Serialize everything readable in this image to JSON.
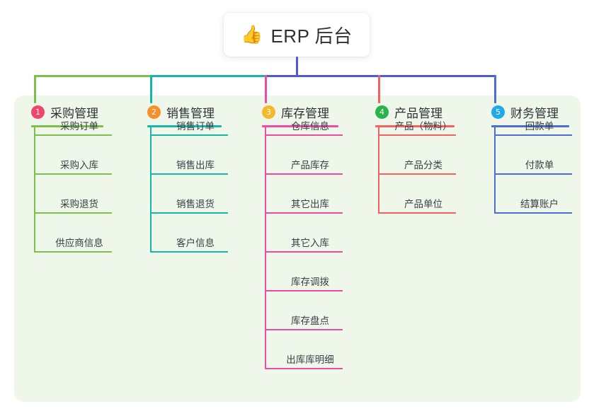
{
  "root": {
    "emoji": "👍",
    "emoji_name": "thumbs-up-icon",
    "title": "ERP 后台"
  },
  "colors": {
    "panel_bg": "#eef7ea",
    "page_bg": "#ffffff",
    "stem": "#4c5bd4",
    "text": "#2f3136"
  },
  "columns": [
    {
      "number": "1",
      "title": "采购管理",
      "badge_color": "#f2456a",
      "line_color": "#7cc04b",
      "items": [
        "采购订单",
        "采购入库",
        "采购退货",
        "供应商信息"
      ]
    },
    {
      "number": "2",
      "title": "销售管理",
      "badge_color": "#f5902a",
      "line_color": "#19b5ab",
      "items": [
        "销售订单",
        "销售出库",
        "销售退货",
        "客户信息"
      ]
    },
    {
      "number": "3",
      "title": "库存管理",
      "badge_color": "#f5b82a",
      "line_color": "#ef4ba0",
      "items": [
        "仓库信息",
        "产品库存",
        "其它出库",
        "其它入库",
        "库存调拨",
        "库存盘点",
        "出库库明细"
      ]
    },
    {
      "number": "4",
      "title": "产品管理",
      "badge_color": "#28b44a",
      "line_color": "#f4615e",
      "items": [
        "产品（物料）",
        "产品分类",
        "产品单位"
      ]
    },
    {
      "number": "5",
      "title": "财务管理",
      "badge_color": "#1eaaea",
      "line_color": "#4c6ed4",
      "items": [
        "回款单",
        "付款单",
        "结算账户"
      ]
    }
  ]
}
